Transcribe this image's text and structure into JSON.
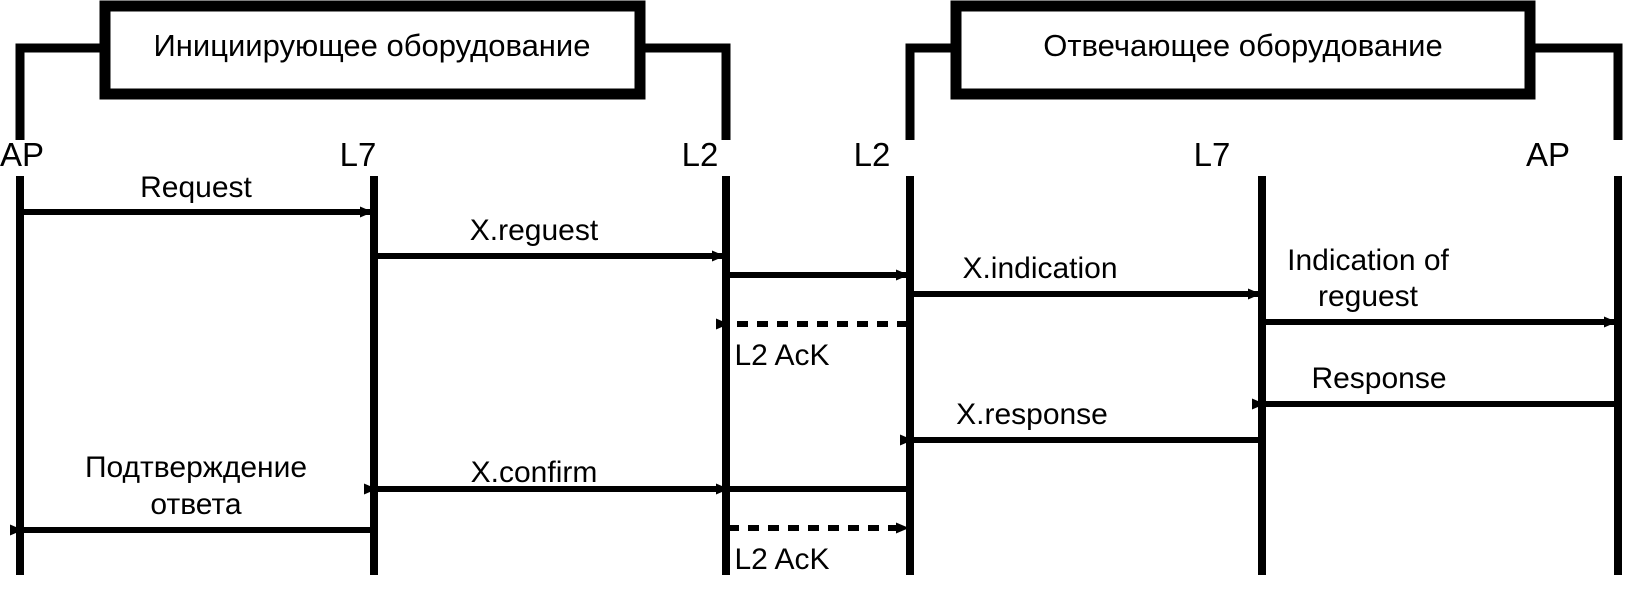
{
  "diagram": {
    "title_boxes": [
      {
        "id": "initiating-equipment",
        "label": "Инициирующее оборудование"
      },
      {
        "id": "responding-equipment",
        "label": "Отвечающее оборудование"
      }
    ],
    "lifelines": [
      {
        "id": "left-ap",
        "label": "AP"
      },
      {
        "id": "left-l7",
        "label": "L7"
      },
      {
        "id": "left-l2",
        "label": "L2"
      },
      {
        "id": "right-l2",
        "label": "L2"
      },
      {
        "id": "right-l7",
        "label": "L7"
      },
      {
        "id": "right-ap",
        "label": "AP"
      }
    ],
    "messages": [
      {
        "id": "request",
        "label": "Request",
        "style": "solid",
        "direction": "right"
      },
      {
        "id": "x-request",
        "label": "X.reguest",
        "style": "solid",
        "direction": "right"
      },
      {
        "id": "l2-transfer-down",
        "label": "",
        "style": "solid",
        "direction": "right"
      },
      {
        "id": "x-indication",
        "label": "X.indication",
        "style": "solid",
        "direction": "right"
      },
      {
        "id": "indication-of-request",
        "label_line1": "Indication of",
        "label_line2": "reguest",
        "style": "solid",
        "direction": "right"
      },
      {
        "id": "l2-ack-top",
        "label": "L2 AcK",
        "style": "dashed",
        "direction": "left"
      },
      {
        "id": "response",
        "label": "Response",
        "style": "solid",
        "direction": "left"
      },
      {
        "id": "x-response",
        "label": "X.response",
        "style": "solid",
        "direction": "left"
      },
      {
        "id": "l2-transfer-up",
        "label": "",
        "style": "solid",
        "direction": "left"
      },
      {
        "id": "x-confirm",
        "label": "X.confirm",
        "style": "solid",
        "direction": "left"
      },
      {
        "id": "confirmation",
        "label_line1": "Подтверждение",
        "label_line2": "ответа",
        "style": "solid",
        "direction": "left"
      },
      {
        "id": "l2-ack-bottom",
        "label": "L2 AcK",
        "style": "dashed",
        "direction": "right"
      }
    ],
    "colors": {
      "stroke": "#000000",
      "background": "#ffffff"
    }
  }
}
